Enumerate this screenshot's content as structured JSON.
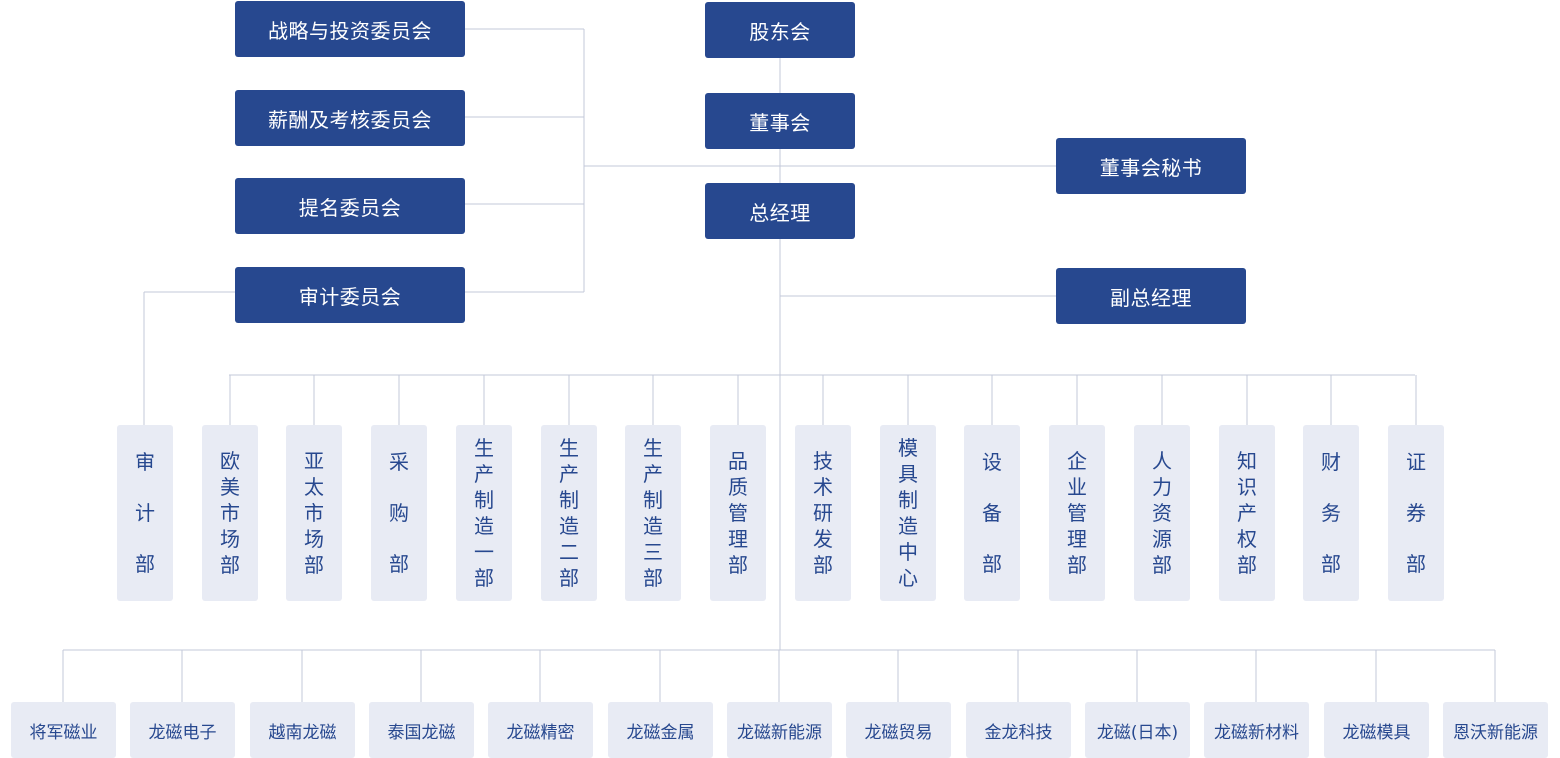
{
  "committees": [
    {
      "label": "战略与投资委员会"
    },
    {
      "label": "薪酬及考核委员会"
    },
    {
      "label": "提名委员会"
    },
    {
      "label": "审计委员会"
    }
  ],
  "top": {
    "shareholders": "股东会",
    "board": "董事会",
    "general_manager": "总经理",
    "board_secretary": "董事会秘书",
    "deputy_gm": "副总经理"
  },
  "departments": [
    {
      "label": "审计部"
    },
    {
      "label": "欧美市场部"
    },
    {
      "label": "亚太市场部"
    },
    {
      "label": "采购部"
    },
    {
      "label": "生产制造一部"
    },
    {
      "label": "生产制造二部"
    },
    {
      "label": "生产制造三部"
    },
    {
      "label": "品质管理部"
    },
    {
      "label": "技术研发部"
    },
    {
      "label": "模具制造中心"
    },
    {
      "label": "设备部"
    },
    {
      "label": "企业管理部"
    },
    {
      "label": "人力资源部"
    },
    {
      "label": "知识产权部"
    },
    {
      "label": "财务部"
    },
    {
      "label": "证券部"
    }
  ],
  "subsidiaries": [
    {
      "label": "将军磁业"
    },
    {
      "label": "龙磁电子"
    },
    {
      "label": "越南龙磁"
    },
    {
      "label": "泰国龙磁"
    },
    {
      "label": "龙磁精密"
    },
    {
      "label": "龙磁金属"
    },
    {
      "label": "龙磁新能源"
    },
    {
      "label": "龙磁贸易"
    },
    {
      "label": "金龙科技"
    },
    {
      "label": "龙磁(日本)"
    },
    {
      "label": "龙磁新材料"
    },
    {
      "label": "龙磁模具"
    },
    {
      "label": "恩沃新能源"
    }
  ],
  "colors": {
    "dark_box": "#27488f",
    "light_box": "#e8ebf4",
    "connector": "#c3c9da"
  }
}
